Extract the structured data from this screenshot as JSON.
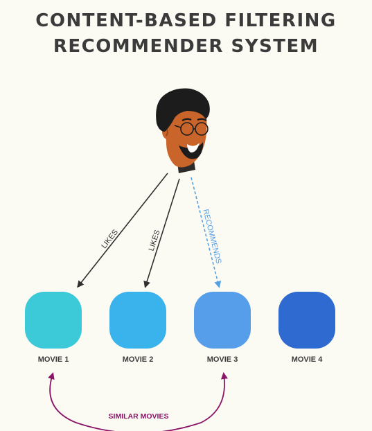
{
  "title": {
    "line1": "CONTENT-BASED FILTERING",
    "line2": "RECOMMENDER SYSTEM"
  },
  "user": {
    "icon": "user-avatar-icon"
  },
  "movies": [
    {
      "label": "MOVIE 1",
      "color": "#3ccad9"
    },
    {
      "label": "MOVIE 2",
      "color": "#3ab3ec"
    },
    {
      "label": "MOVIE 3",
      "color": "#579eea"
    },
    {
      "label": "MOVIE 4",
      "color": "#2e6ad0"
    }
  ],
  "edges": {
    "likes_1": "LIKES",
    "likes_2": "LIKES",
    "recommends": "RECOMMENDS"
  },
  "similar": {
    "label": "SIMILAR MOVIES"
  },
  "colors": {
    "likes_arrow": "#2f2f2f",
    "recommend_arrow": "#56a0e4",
    "similar_arrow": "#8a1467",
    "title_text": "#3b3b3b",
    "background": "#fbfaf3"
  }
}
